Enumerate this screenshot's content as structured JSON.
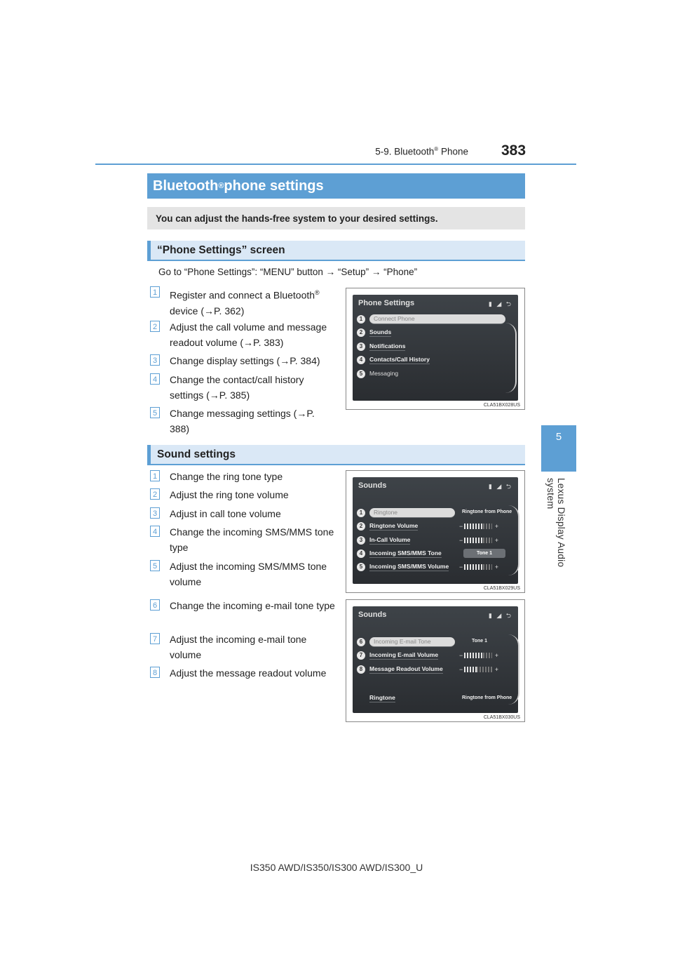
{
  "header": {
    "section": "5-9. Bluetooth",
    "section_reg": "®",
    "section_suffix": " Phone",
    "page_number": "383"
  },
  "sidebar": {
    "chapter_number": "5",
    "chapter_title": "Lexus Display Audio system"
  },
  "title": {
    "text": "Bluetooth",
    "reg": "®",
    "suffix": " phone settings"
  },
  "intro": "You can adjust the hands-free system to your desired settings.",
  "phone_settings_section": {
    "heading": "“Phone Settings” screen",
    "nav": "Go to “Phone Settings”: “MENU” button → “Setup” → “Phone”",
    "items": [
      {
        "num": "1",
        "text": "Register and connect a Bluetooth",
        "reg": "®",
        "text2": " device (→P. 362)"
      },
      {
        "num": "2",
        "text": "Adjust the call volume and message readout volume (→P. 383)"
      },
      {
        "num": "3",
        "text": "Change display settings (→P. 384)"
      },
      {
        "num": "4",
        "text": "Change the contact/call history settings (→P. 385)"
      },
      {
        "num": "5",
        "text": "Change messaging settings (→P. 388)"
      }
    ],
    "screen": {
      "title": "Phone Settings",
      "rows": [
        "Connect Phone",
        "Sounds",
        "Notifications",
        "Contacts/Call History",
        "Messaging"
      ],
      "code": "CLA51BX028US"
    }
  },
  "sound_settings_section": {
    "heading": "Sound settings",
    "items": [
      {
        "num": "1",
        "text": "Change the ring tone type"
      },
      {
        "num": "2",
        "text": "Adjust the ring tone volume"
      },
      {
        "num": "3",
        "text": "Adjust in call tone volume"
      },
      {
        "num": "4",
        "text": "Change the incoming SMS/MMS tone type"
      },
      {
        "num": "5",
        "text": "Adjust the incoming SMS/MMS tone volume"
      },
      {
        "num": "6",
        "text": "Change the incoming e-mail tone type"
      },
      {
        "num": "7",
        "text": "Adjust the incoming e-mail tone volume"
      },
      {
        "num": "8",
        "text": "Adjust the message readout volume"
      }
    ],
    "screen1": {
      "title": "Sounds",
      "rows": [
        "Ringtone",
        "Ringtone Volume",
        "In-Call Volume",
        "Incoming SMS/MMS Tone",
        "Incoming SMS/MMS Volume"
      ],
      "ringtone_value": "Ringtone from Phone",
      "tone_value": "Tone 1",
      "code": "CLA51BX029US"
    },
    "screen2": {
      "title": "Sounds",
      "rows": [
        "Incoming E-mail Tone",
        "Incoming E-mail Volume",
        "Message Readout Volume"
      ],
      "extra_row": "Ringtone",
      "tone_value": "Tone 1",
      "ringtone_value": "Ringtone from Phone",
      "code": "CLA51BX030US"
    }
  },
  "footer": "IS350 AWD/IS350/IS300 AWD/IS300_U"
}
